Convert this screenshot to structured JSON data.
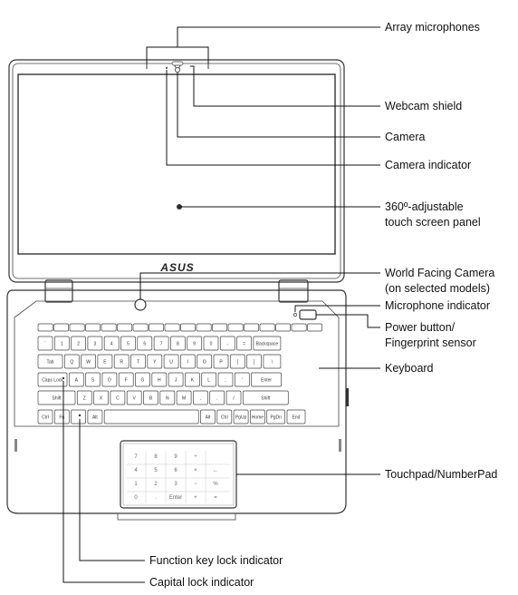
{
  "brand": "ASUS",
  "callouts": {
    "array_microphones": "Array microphones",
    "webcam_shield": "Webcam shield",
    "camera": "Camera",
    "camera_indicator": "Camera indicator",
    "touch_screen_line1": "360º-adjustable",
    "touch_screen_line2": "touch screen panel",
    "world_camera_line1": "World Facing Camera",
    "world_camera_line2": "(on selected models)",
    "microphone_indicator": "Microphone indicator",
    "power_line1": "Power button/",
    "power_line2": "Fingerprint sensor",
    "keyboard": "Keyboard",
    "touchpad": "Touchpad/NumberPad",
    "fn_lock": "Function key lock indicator",
    "caps_lock": "Capital lock indicator"
  },
  "keyboard": {
    "row1": [
      "`",
      "1",
      "2",
      "3",
      "4",
      "5",
      "6",
      "7",
      "8",
      "9",
      "0",
      "-",
      "=",
      "Backspace"
    ],
    "row2": [
      "Tab",
      "Q",
      "W",
      "E",
      "R",
      "T",
      "Y",
      "U",
      "I",
      "O",
      "P",
      "[",
      "]",
      "\\"
    ],
    "row3": [
      "Caps Lock",
      "A",
      "S",
      "D",
      "F",
      "G",
      "H",
      "J",
      "K",
      "L",
      ";",
      "'",
      "Enter"
    ],
    "row4": [
      "Shift",
      "Z",
      "X",
      "C",
      "V",
      "B",
      "N",
      "M",
      ",",
      ".",
      "/",
      "Shift"
    ],
    "row5": [
      "Ctrl",
      "Fn",
      "",
      "Alt",
      "",
      "Alt",
      "Ctrl",
      "PgUp",
      "Home",
      "PgDn",
      "End"
    ]
  },
  "numberpad": {
    "row1": [
      "7",
      "8",
      "9",
      "÷",
      ""
    ],
    "row2": [
      "4",
      "5",
      "6",
      "×",
      "←"
    ],
    "row3": [
      "1",
      "2",
      "3",
      "−",
      "%"
    ],
    "row4": [
      "0",
      ".",
      "Enter",
      "+",
      "="
    ]
  }
}
